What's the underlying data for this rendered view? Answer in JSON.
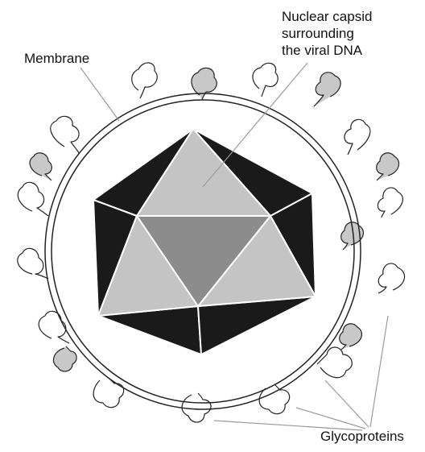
{
  "labels": {
    "membrane": "Membrane",
    "capsid_line1": "Nuclear capsid",
    "capsid_line2": "surrounding",
    "capsid_line3": "the viral DNA",
    "glycoproteins": "Glycoproteins"
  },
  "colors": {
    "capsid_dark": "#1a1a1a",
    "capsid_light": "#c4c4c4",
    "capsid_mid": "#8c8c8c",
    "glycoprotein_fill": "#c8c8c8",
    "outline": "#222222",
    "leader_line": "#9a9a9a"
  }
}
